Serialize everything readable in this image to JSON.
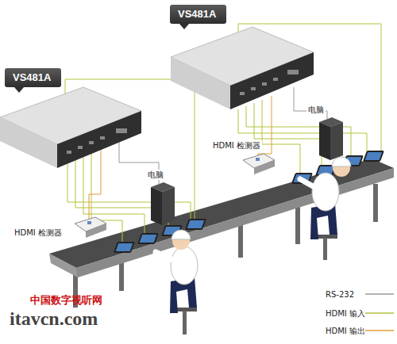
{
  "diagram": {
    "nodes": [
      {
        "text": [
          "VS481A"
        ]
      },
      {
        "text": [
          "VS481A"
        ]
      }
    ],
    "labels": [
      "电脑",
      "HDMI 检测器",
      "电脑",
      "HDMI 检测器",
      "中国数字视听网",
      "itavcn.com"
    ],
    "legend": [
      {
        "text": "RS-232"
      },
      {
        "text": "HDMI 输入"
      },
      {
        "text": "HDMI 输出"
      }
    ]
  }
}
